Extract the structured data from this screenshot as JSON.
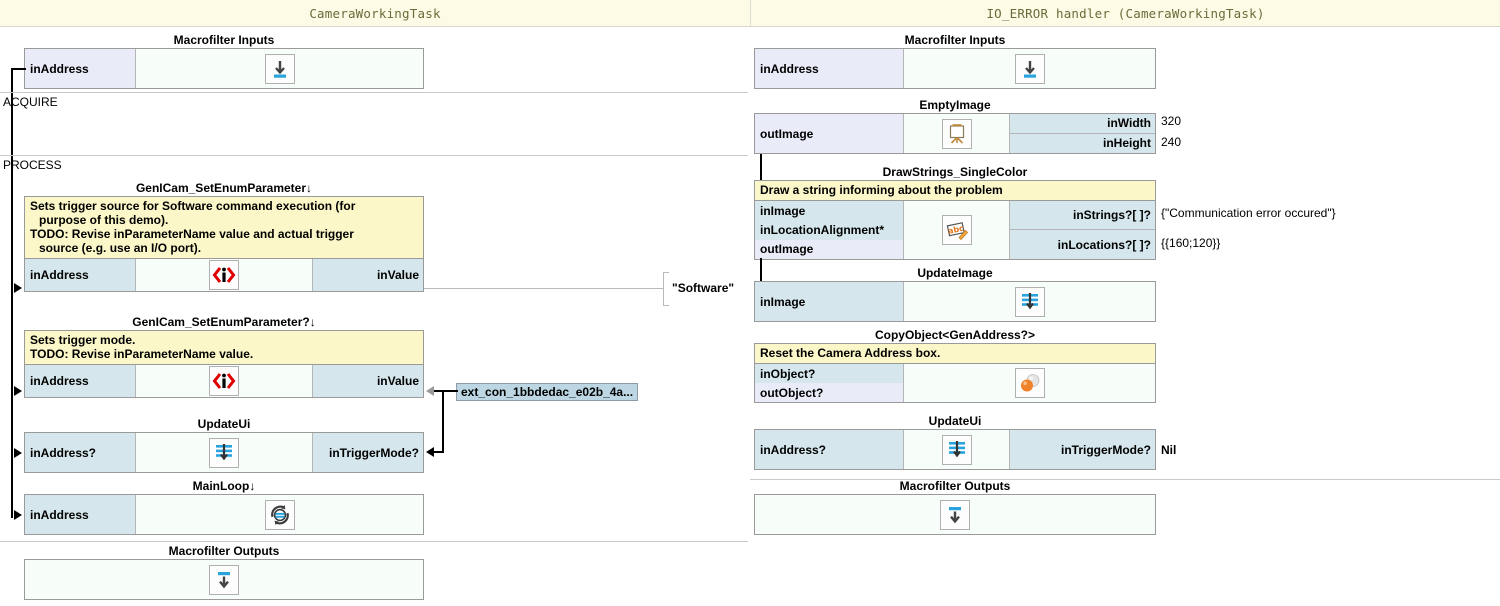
{
  "left": {
    "title": "CameraWorkingTask",
    "sections": [
      {
        "label": "ACQUIRE"
      },
      {
        "label": "PROCESS"
      }
    ],
    "macrofilter_inputs_title": "Macrofilter Inputs",
    "macrofilter_inputs_port": "inAddress",
    "macrofilter_outputs_title": "Macrofilter Outputs",
    "blocks": [
      {
        "title": "GenICam_SetEnumParameter",
        "expander": "↓",
        "comment_lines": [
          "Sets trigger source for Software command execution (for",
          "purpose of this demo).",
          "TODO: Revise inParameterName value and actual trigger",
          "source (e.g. use an I/O port)."
        ],
        "left_ports": [
          "inAddress"
        ],
        "right_ports": [
          "inValue"
        ],
        "icon": "genicam-enum-icon"
      },
      {
        "title": "GenICam_SetEnumParameter?",
        "expander": "↓",
        "comment_lines": [
          "Sets trigger mode.",
          "TODO: Revise inParameterName value."
        ],
        "left_ports": [
          "inAddress"
        ],
        "right_ports": [
          "inValue"
        ],
        "icon": "genicam-enum-icon"
      },
      {
        "title": "UpdateUi",
        "expander": "",
        "comment_lines": [],
        "left_ports": [
          "inAddress?"
        ],
        "right_ports": [
          "inTriggerMode?"
        ],
        "icon": "update-ui-icon"
      },
      {
        "title": "MainLoop",
        "expander": "↓",
        "comment_lines": [],
        "left_ports": [
          "inAddress"
        ],
        "right_ports": [],
        "icon": "main-loop-icon"
      }
    ],
    "wire_label": "\"Software\"",
    "ext_connector_label": "ext_con_1bbdedac_e02b_4a..."
  },
  "right": {
    "title": "IO_ERROR handler (CameraWorkingTask)",
    "macrofilter_inputs_title": "Macrofilter Inputs",
    "macrofilter_inputs_port": "inAddress",
    "macrofilter_outputs_title": "Macrofilter Outputs",
    "blocks": [
      {
        "title": "EmptyImage",
        "comment_lines": [],
        "left_ports": [
          {
            "name": "outImage",
            "kind": "out"
          }
        ],
        "right_ports": [
          {
            "name": "inWidth",
            "value": "320"
          },
          {
            "name": "inHeight",
            "value": "240"
          }
        ],
        "icon": "easel-icon"
      },
      {
        "title": "DrawStrings_SingleColor",
        "comment_lines": [
          "Draw a string informing about the problem"
        ],
        "left_ports": [
          {
            "name": "inImage",
            "kind": "in"
          },
          {
            "name": "inLocationAlignment*",
            "kind": "in"
          },
          {
            "name": "outImage",
            "kind": "out"
          }
        ],
        "right_ports": [
          {
            "name": "inStrings?[ ]?",
            "value": "{\"Communication error occured\"}"
          },
          {
            "name": "inLocations?[ ]?",
            "value": "{{160;120}}"
          }
        ],
        "icon": "draw-text-icon"
      },
      {
        "title": "UpdateImage",
        "comment_lines": [],
        "left_ports": [
          {
            "name": "inImage",
            "kind": "in"
          }
        ],
        "right_ports": [],
        "icon": "update-image-icon"
      },
      {
        "title": "CopyObject<GenAddress?>",
        "comment_lines": [
          "Reset the Camera Address box."
        ],
        "left_ports": [
          {
            "name": "inObject?",
            "kind": "in"
          },
          {
            "name": "outObject?",
            "kind": "out"
          }
        ],
        "right_ports": [],
        "icon": "copy-object-icon"
      },
      {
        "title": "UpdateUi",
        "comment_lines": [],
        "left_ports": [
          {
            "name": "inAddress?",
            "kind": "in"
          }
        ],
        "right_ports": [
          {
            "name": "inTriggerMode?",
            "value": "Nil"
          }
        ],
        "icon": "update-ui-icon"
      }
    ]
  },
  "colors": {
    "title_bg": "#fdfbe6",
    "title_fg": "#6b6b3a",
    "comment_bg": "#fbf7c8",
    "port_in_bg": "#d5e7ec",
    "port_out_bg": "#e9ecf8",
    "block_bg": "#f7fdf8",
    "accent_blue": "#29a3dd",
    "accent_red": "#e00000",
    "accent_orange": "#f08a30"
  }
}
